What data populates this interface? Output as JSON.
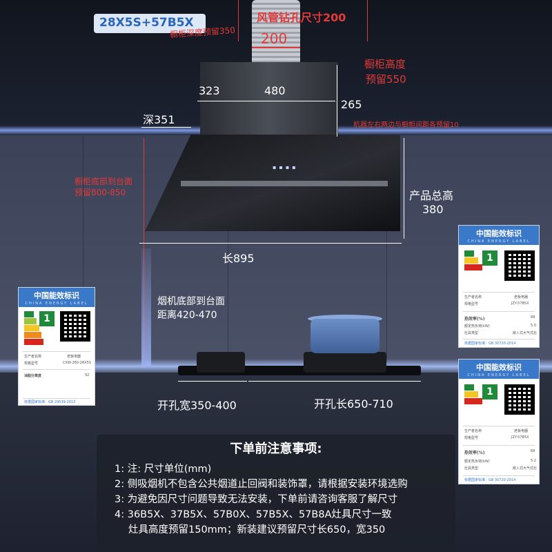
{
  "model_tag": "28X5S+57B5X",
  "labels": {
    "duct_hole": "风管钻孔尺寸200",
    "duct_width": "200",
    "cabinet_depth": "橱柜深度预留350",
    "cabinet_height_line1": "橱柜高度",
    "cabinet_height_line2": "预留550",
    "side_clearance": "机器左右两边与橱柜间距各预留10",
    "body_width": "480",
    "body_offset": "323",
    "body_height": "265",
    "depth": "深351",
    "cabinet_bottom_line1": "橱柜底部到台面",
    "cabinet_bottom_line2": "预留800-850",
    "total_height_label": "产品总高",
    "total_height_value": "380",
    "length": "长895",
    "hood_to_counter_line1": "烟机底部到台面",
    "hood_to_counter_line2": "距离420-470",
    "cut_width": "开孔宽350-400",
    "cut_length": "开孔长650-710"
  },
  "energy_labels": [
    {
      "title": "中国能效标识",
      "subtitle": "CHINA ENERGY LABEL",
      "grade": "1",
      "producer_label": "生产者名称",
      "producer": "老板电器",
      "model_label": "规格型号",
      "model": "CXW-260-28X5S",
      "stat_label": "油脂分离度",
      "stat_value": "92",
      "standard": "依据国家标准：GB 29539-2013"
    },
    {
      "title": "中国能效标识",
      "subtitle": "CHINA ENERGY LABEL",
      "grade": "1",
      "producer_label": "生产者名称",
      "producer": "老板电器",
      "model_label": "规格型号",
      "model": "JZY-57B5X",
      "stat_label": "热效率(%)",
      "stat_value": "68",
      "power_label": "额定热负荷(kW)",
      "power": "5.0",
      "type_label": "灶具类型",
      "type": "嵌入式大气式灶",
      "standard": "依据国家标准：GB 30720-2014"
    },
    {
      "title": "中国能效标识",
      "subtitle": "CHINA ENERGY LABEL",
      "grade": "1",
      "producer_label": "生产者名称",
      "producer": "老板电器",
      "model_label": "规格型号",
      "model": "JZY-57B5X",
      "stat_label": "热效率(%)",
      "stat_value": "68",
      "power_label": "额定热负荷(kW)",
      "power": "5.2",
      "type_label": "灶具类型",
      "type": "嵌入式大气式灶",
      "standard": "依据国家标准：GB 30720-2014"
    }
  ],
  "notes": {
    "title": "下单前注意事项:",
    "items": [
      "1: 注: 尺寸单位(mm)",
      "2: 侧吸烟机不包含公共烟道止回阀和装饰罩，请根据安装环境选购",
      "3: 为避免因尺寸问题导致无法安装，下单前请咨询客服了解尺寸",
      "4: 36B5X、37B5X、57B0X、57B5X、57B8A灶具尺寸一致",
      "灶具高度预留150mm；新装建议预留尺寸长650，宽350"
    ]
  },
  "colors": {
    "dimension_white": "#ffffff",
    "dimension_red": "#e23a3a",
    "label_blue": "#3a79c9",
    "model_tag_text": "#2a66b7",
    "grade_green": "#1e8a3a"
  }
}
